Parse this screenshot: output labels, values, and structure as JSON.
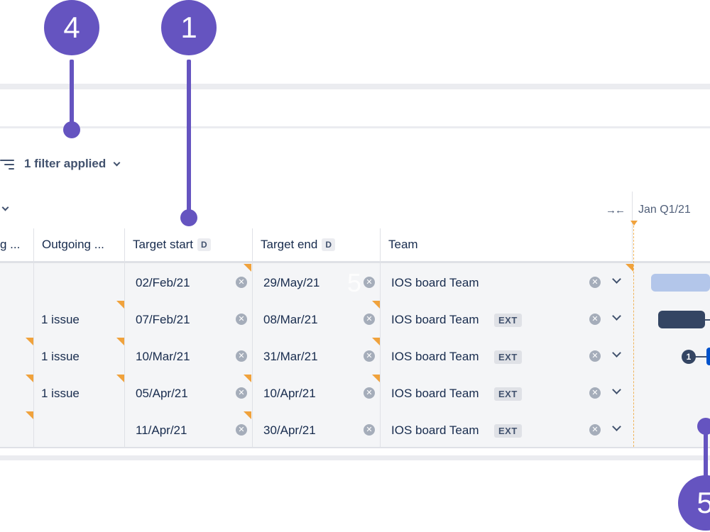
{
  "callouts": {
    "top_left_number": "4",
    "top_right_number": "1",
    "bottom_number": "5",
    "ghost_number": "5"
  },
  "filter": {
    "label": "1 filter applied"
  },
  "timeline": {
    "label": "Jan Q1/21"
  },
  "columns": [
    {
      "label": "g ..."
    },
    {
      "label": "Outgoing ..."
    },
    {
      "label": "Target start",
      "badge": "D"
    },
    {
      "label": "Target end",
      "badge": "D"
    },
    {
      "label": "Team"
    }
  ],
  "rows": [
    {
      "outgoing": "",
      "target_start": "02/Feb/21",
      "target_end": "29/May/21",
      "team": "IOS board Team",
      "team_badge": ""
    },
    {
      "outgoing": "1 issue",
      "target_start": "07/Feb/21",
      "target_end": "08/Mar/21",
      "team": "IOS board Team",
      "team_badge": "EXT"
    },
    {
      "outgoing": "1 issue",
      "target_start": "10/Mar/21",
      "target_end": "31/Mar/21",
      "team": "IOS board Team",
      "team_badge": "EXT"
    },
    {
      "outgoing": "1 issue",
      "target_start": "05/Apr/21",
      "target_end": "10/Apr/21",
      "team": "IOS board Team",
      "team_badge": "EXT"
    },
    {
      "outgoing": "",
      "target_start": "11/Apr/21",
      "target_end": "30/Apr/21",
      "team": "IOS board Team",
      "team_badge": "EXT"
    }
  ],
  "dependency": {
    "count": "1"
  },
  "icons": {
    "clear": "clear-icon",
    "dropdown": "chevron-down-icon",
    "filter": "filter-icon",
    "collapse": "collapse-arrows-icon"
  },
  "colors": {
    "callout": "#6554c0",
    "flag": "#f0a23c",
    "bar_light": "#b3c6ea",
    "bar_dark": "#344563",
    "bar_blue": "#0052cc"
  }
}
